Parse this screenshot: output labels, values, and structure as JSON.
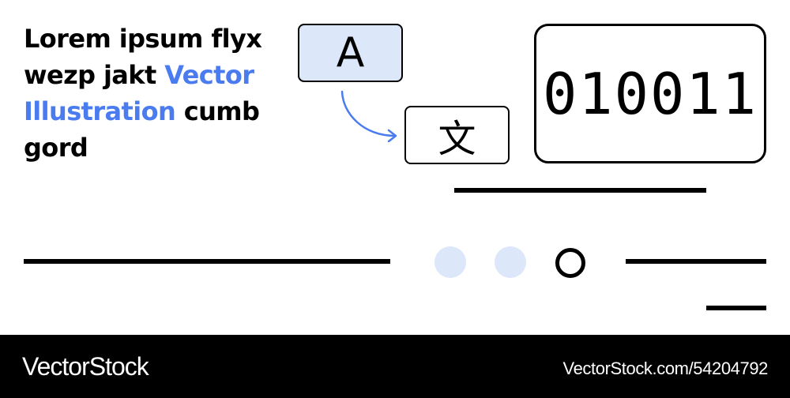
{
  "headline": {
    "part1": "Lorem ipsum flyx wezp jakt ",
    "accent": "Vector Illustration",
    "part2": " cumb gord"
  },
  "translation": {
    "source_char": "A",
    "target_char": "文"
  },
  "binary_display": {
    "value": "010011"
  },
  "colors": {
    "accent": "#4a7cf0",
    "light_blue": "#dce7fa",
    "ink": "#000000"
  },
  "footer": {
    "brand": "VectorStock",
    "url": "VectorStock.com/54204792"
  }
}
